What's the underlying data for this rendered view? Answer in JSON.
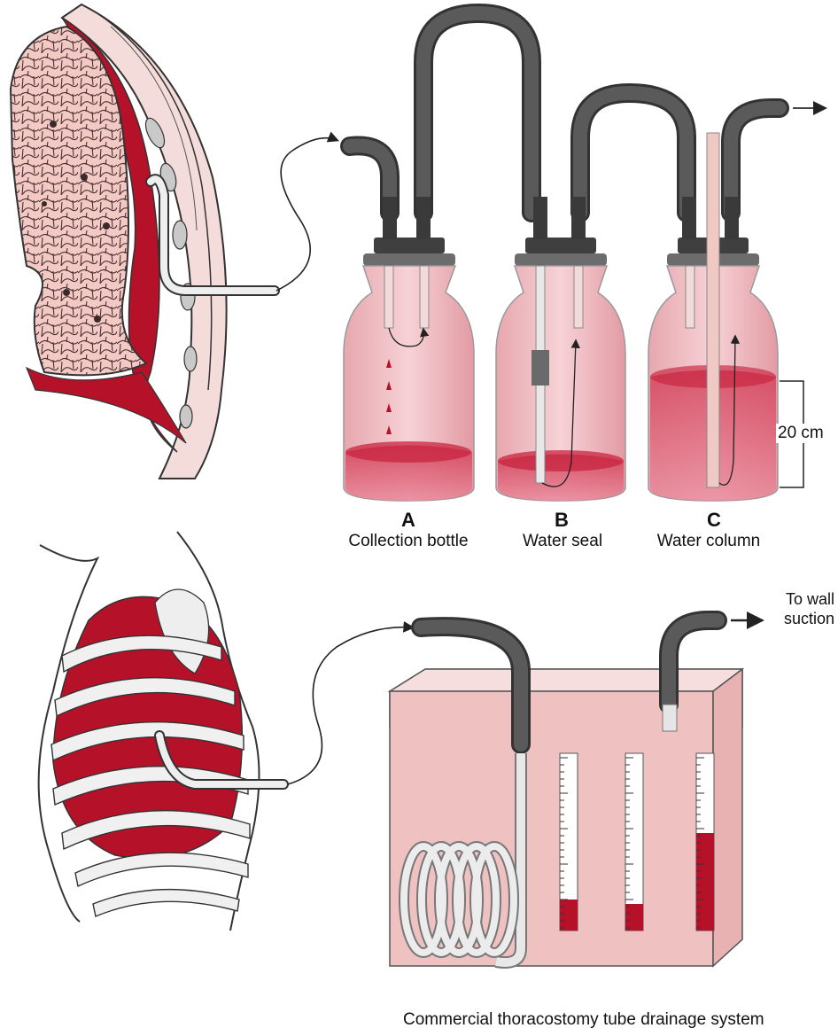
{
  "bottles": [
    {
      "letter": "A",
      "caption": "Collection bottle"
    },
    {
      "letter": "B",
      "caption": "Water seal"
    },
    {
      "letter": "C",
      "caption": "Water column"
    }
  ],
  "measurement": "20 cm",
  "suction": {
    "line1": "To wall",
    "line2": "suction"
  },
  "bottom_caption": "Commercial thoracostomy tube drainage system",
  "colors": {
    "blood": "#b5122a",
    "fluid": "#e8a3ac",
    "lung": "#f3c9c4",
    "tubing": "#4b4b4b",
    "box": "#f0c2c2"
  }
}
